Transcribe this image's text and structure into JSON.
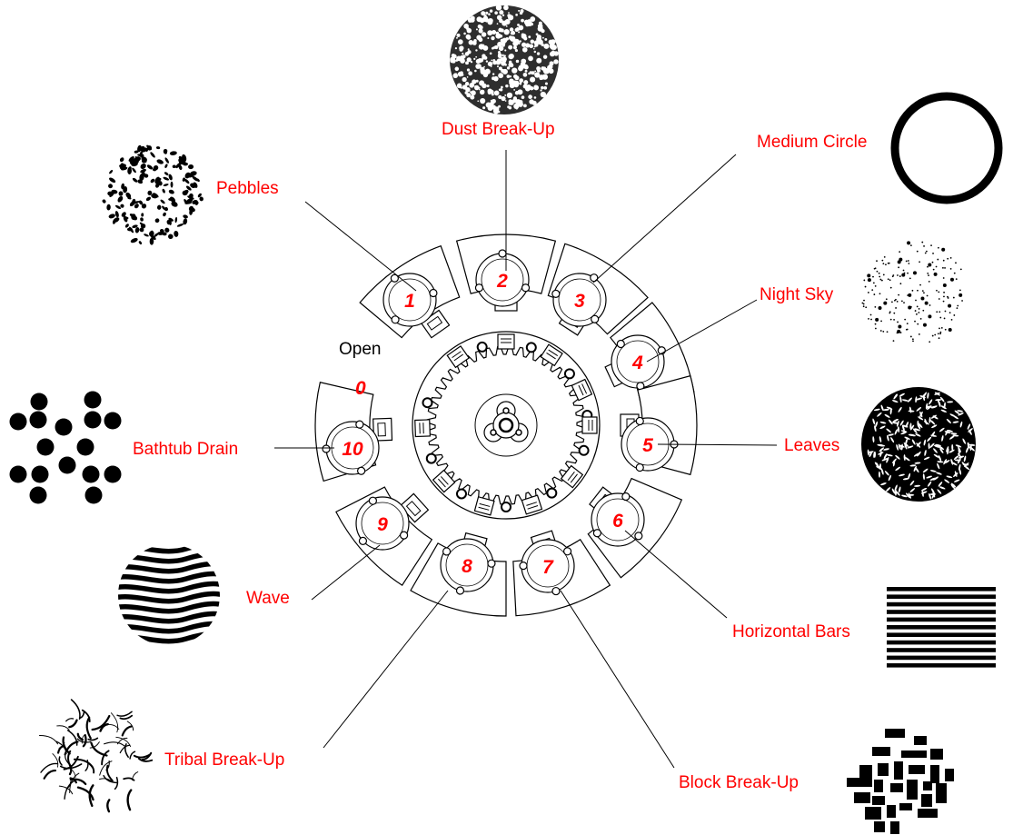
{
  "open_label": "Open",
  "open_number": "0",
  "slots": [
    {
      "number": "1",
      "name": "Pebbles"
    },
    {
      "number": "2",
      "name": "Dust Break-Up"
    },
    {
      "number": "3",
      "name": "Medium Circle"
    },
    {
      "number": "4",
      "name": "Night Sky"
    },
    {
      "number": "5",
      "name": "Leaves"
    },
    {
      "number": "6",
      "name": "Horizontal Bars"
    },
    {
      "number": "7",
      "name": "Block Break-Up"
    },
    {
      "number": "8",
      "name": "Tribal Break-Up"
    },
    {
      "number": "9",
      "name": "Wave"
    },
    {
      "number": "10",
      "name": "Bathtub Drain"
    }
  ],
  "colors": {
    "label": "#ff0000",
    "line": "#000000",
    "pattern": "#000000"
  }
}
